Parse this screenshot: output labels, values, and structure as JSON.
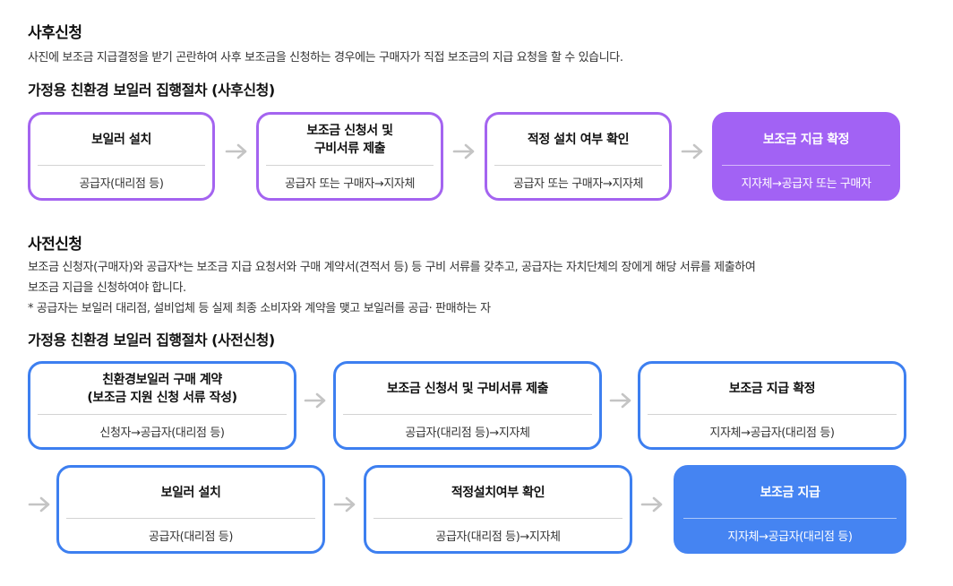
{
  "post": {
    "title": "사후신청",
    "description": "사진에 보조금 지급결정을 받기 곤란하여 사후 보조금을 신청하는 경우에는 구매자가 직접 보조금의 지급 요청을 할 수 있습니다.",
    "procedure_title": "가정용 친환경 보일러 집행절차 (사후신청)",
    "steps": [
      {
        "title": "보일러 설치",
        "actor": "공급자(대리점 등)"
      },
      {
        "title": "보조금 신청서 및\n구비서류 제출",
        "actor": "공급자 또는 구매자→지자체"
      },
      {
        "title": "적정 설치 여부 확인",
        "actor": "공급자 또는 구매자→지자체"
      },
      {
        "title": "보조금 지급 확정",
        "actor": "지자체→공급자 또는 구매자"
      }
    ]
  },
  "pre": {
    "title": "사전신청",
    "description_lines": [
      "보조금 신청자(구매자)와 공급자*는 보조금 지급 요청서와 구매 계약서(견적서 등) 등 구비 서류를 갖추고, 공급자는 자치단체의 장에게 해당 서류를 제출하여",
      "보조금 지급을 신청하여야 합니다.",
      "* 공급자는 보일러 대리점, 설비업체 등 실제 최종 소비자와 계약을 맺고 보일러를 공급· 판매하는 자"
    ],
    "procedure_title": "가정용 친환경 보일러 집행절차 (사전신청)",
    "steps": [
      {
        "title": "친환경보일러 구매 계약\n(보조금 지원 신청 서류 작성)",
        "actor": "신청자→공급자(대리점 등)"
      },
      {
        "title": "보조금 신청서 및 구비서류 제출",
        "actor": "공급자(대리점 등)→지자체"
      },
      {
        "title": "보조금 지급 확정",
        "actor": "지자체→공급자(대리점 등)"
      },
      {
        "title": "보일러 설치",
        "actor": "공급자(대리점 등)"
      },
      {
        "title": "적정설치여부 확인",
        "actor": "공급자(대리점 등)→지자체"
      },
      {
        "title": "보조금 지급",
        "actor": "지자체→공급자(대리점 등)"
      }
    ]
  },
  "colors": {
    "purple": "#a464f0",
    "blue": "#3d7ff0",
    "arrow": "#c4c4c4"
  }
}
